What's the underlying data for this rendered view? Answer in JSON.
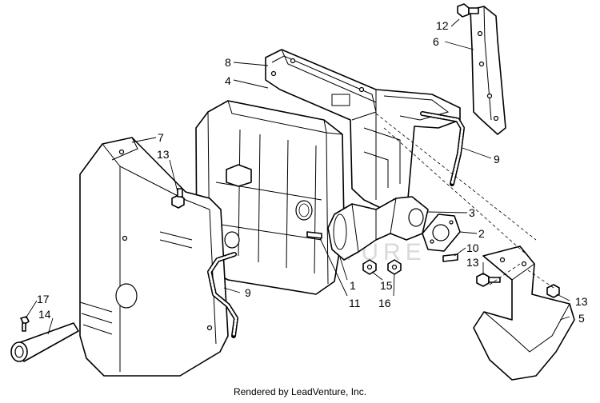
{
  "callouts": {
    "c1": "1",
    "c2": "2",
    "c3": "3",
    "c4": "4",
    "c5": "5",
    "c6": "6",
    "c7": "7",
    "c8": "8",
    "c9a": "9",
    "c9b": "9",
    "c10": "10",
    "c11": "11",
    "c12": "12",
    "c13a": "13",
    "c13b": "13",
    "c13c": "13",
    "c14": "14",
    "c15": "15",
    "c16": "16",
    "c17": "17"
  },
  "watermark": "LEADVENTURE",
  "footer": {
    "credit": "Rendered by LeadVenture, Inc."
  }
}
